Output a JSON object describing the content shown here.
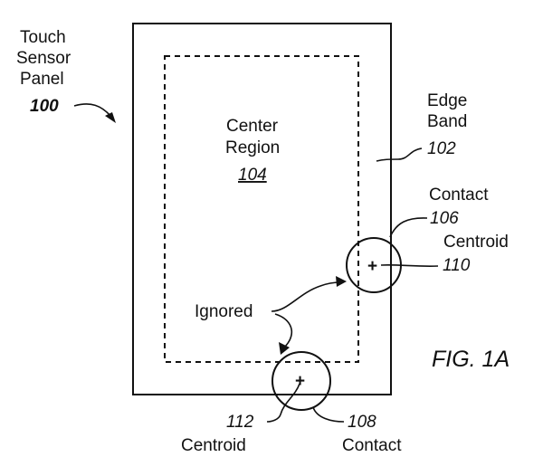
{
  "figure_label": "FIG. 1A",
  "panel": {
    "label_line1": "Touch",
    "label_line2": "Sensor",
    "label_line3": "Panel",
    "ref": "100"
  },
  "edge_band": {
    "label_line1": "Edge",
    "label_line2": "Band",
    "ref": "102"
  },
  "center_region": {
    "label_line1": "Center",
    "label_line2": "Region",
    "ref": "104"
  },
  "contact_a": {
    "label": "Contact",
    "ref": "106",
    "centroid_label": "Centroid",
    "centroid_ref": "110"
  },
  "contact_b": {
    "label": "Contact",
    "ref": "108",
    "centroid_label": "Centroid",
    "centroid_ref": "112"
  },
  "ignored_label": "Ignored",
  "centroid_marker": "+"
}
